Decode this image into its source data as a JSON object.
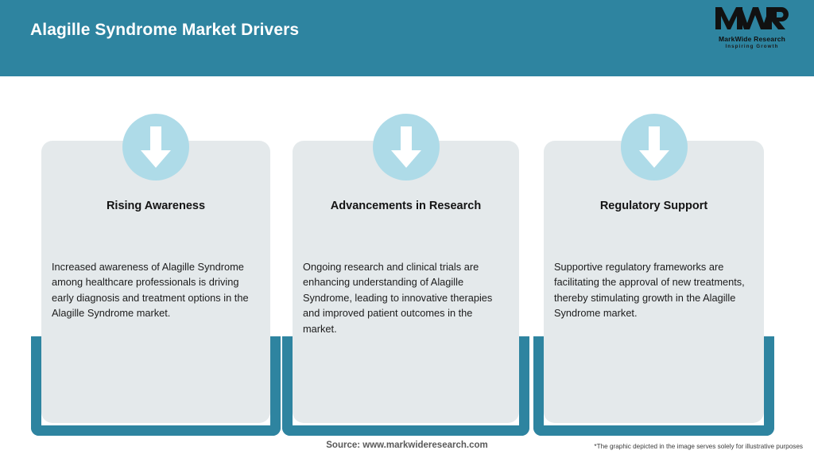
{
  "header": {
    "title": "Alagille Syndrome Market Drivers",
    "bg_color": "#2e84a0",
    "title_color": "#ffffff"
  },
  "logo": {
    "mark": "MWR",
    "name": "MarkWide Research",
    "tagline": "Inspiring Growth"
  },
  "theme": {
    "teal": "#2e84a0",
    "circle_blue": "#aedbe8",
    "card_bg": "#e4e9eb",
    "arrow": "#ffffff"
  },
  "cards": [
    {
      "icon": "down-arrow-icon",
      "title": "Rising Awareness",
      "body": "Increased awareness of Alagille Syndrome among healthcare professionals is driving early diagnosis and treatment options in the Alagille Syndrome market."
    },
    {
      "icon": "down-arrow-icon",
      "title": "Advancements in Research",
      "body": "Ongoing research and clinical trials are enhancing understanding of Alagille Syndrome, leading to innovative therapies and improved patient outcomes in the market."
    },
    {
      "icon": "down-arrow-icon",
      "title": "Regulatory Support",
      "body": "Supportive regulatory frameworks are facilitating the approval of new treatments, thereby stimulating growth in the Alagille Syndrome market."
    }
  ],
  "footer": {
    "source": "Source: www.markwideresearch.com",
    "disclaimer": "*The graphic depicted in the image serves solely for illustrative purposes"
  }
}
